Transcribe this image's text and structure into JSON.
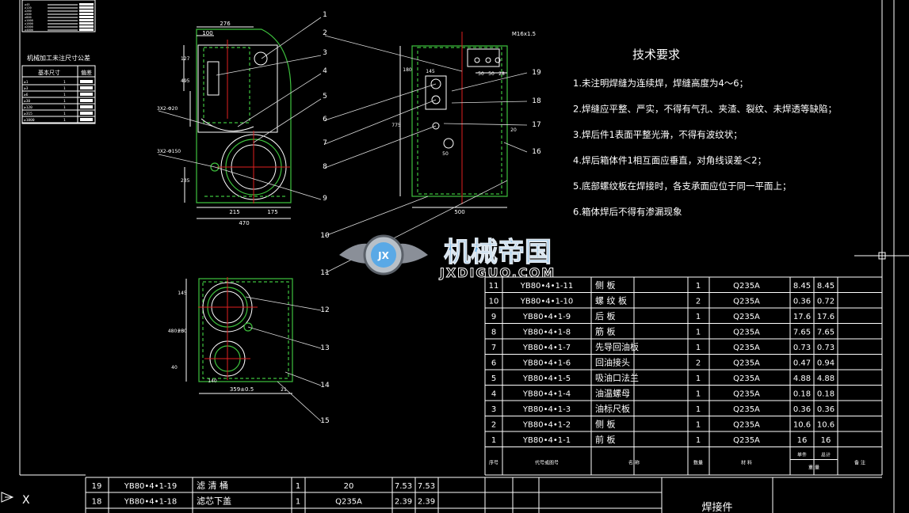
{
  "colors": {
    "background": "#000000",
    "outline": "#3ec23e",
    "centerline": "#e02020",
    "text": "#ffffff",
    "logo_blue": "#5aa9e6",
    "logo_gray": "#8a8f98"
  },
  "tolerance_table": {
    "title": "机械加工未注尺寸公差",
    "headers": [
      "基本尺寸",
      "偏差"
    ],
    "rows": [
      {
        "range": "≥1",
        "value": "1"
      },
      {
        "range": "≥3",
        "value": "1"
      },
      {
        "range": "≥6",
        "value": "1"
      },
      {
        "range": "≥30",
        "value": "1"
      },
      {
        "range": "≥120",
        "value": "1"
      },
      {
        "range": "≥315",
        "value": "1"
      },
      {
        "range": "≥1000",
        "value": "1"
      }
    ],
    "top_rows": [
      "≥45",
      "≥120",
      "≥260",
      "≥500",
      "≥800",
      "≥1000",
      "≥1600",
      "≥2000",
      "≥4000"
    ]
  },
  "tech_requirements": {
    "title": "技术要求",
    "items": [
      "1.未注明焊缝为连续焊，焊缝高度为4～6；",
      "2.焊缝应平整、严实，不得有气孔、夹渣、裂纹、未焊透等缺陷；",
      "3.焊后件1表面平整光滑，不得有波纹状；",
      "4.焊后箱体件1相互面应垂直，对角线误差＜2；",
      "5.底部螺纹板在焊接时，各支承面应位于同一平面上；",
      "6.箱体焊后不得有渗漏现象"
    ]
  },
  "watermark": {
    "main": "机械帝国",
    "sub": "JXDIGUO.COM",
    "badge": "JX"
  },
  "dimensions": {
    "front": [
      "276",
      "100",
      "127",
      "495",
      "235",
      "175",
      "215",
      "175",
      "470"
    ],
    "side": [
      "M16x1.5",
      "50",
      "50",
      "28",
      "775",
      "50",
      "500",
      "145",
      "180",
      "20",
      "50"
    ],
    "top": [
      "145",
      "260",
      "480±3",
      "140",
      "359±0.5",
      "21",
      "40"
    ]
  },
  "callouts": [
    "1",
    "2",
    "3",
    "4",
    "5",
    "6",
    "7",
    "8",
    "9",
    "10",
    "11",
    "12",
    "13",
    "14",
    "15",
    "16",
    "17",
    "18",
    "19"
  ],
  "parts_table": {
    "rows": [
      {
        "no": "11",
        "code": "YB80•4•1-11",
        "name": "侧  板",
        "qty": "1",
        "material": "Q235A",
        "unit": "8.45",
        "total": "8.45",
        "note": ""
      },
      {
        "no": "10",
        "code": "YB80•4•1-10",
        "name": "螺 纹 板",
        "qty": "2",
        "material": "Q235A",
        "unit": "0.36",
        "total": "0.72",
        "note": ""
      },
      {
        "no": "9",
        "code": "YB80•4•1-9",
        "name": "后  板",
        "qty": "1",
        "material": "Q235A",
        "unit": "17.6",
        "total": "17.6",
        "note": ""
      },
      {
        "no": "8",
        "code": "YB80•4•1-8",
        "name": "筋  板",
        "qty": "1",
        "material": "Q235A",
        "unit": "7.65",
        "total": "7.65",
        "note": ""
      },
      {
        "no": "7",
        "code": "YB80•4•1-7",
        "name": "先导回油板",
        "qty": "1",
        "material": "Q235A",
        "unit": "0.73",
        "total": "0.73",
        "note": ""
      },
      {
        "no": "6",
        "code": "YB80•4•1-6",
        "name": "回油接头",
        "qty": "2",
        "material": "Q235A",
        "unit": "0.47",
        "total": "0.94",
        "note": ""
      },
      {
        "no": "5",
        "code": "YB80•4•1-5",
        "name": "吸油口法兰",
        "qty": "1",
        "material": "Q235A",
        "unit": "4.88",
        "total": "4.88",
        "note": ""
      },
      {
        "no": "4",
        "code": "YB80•4•1-4",
        "name": "油温螺母",
        "qty": "1",
        "material": "Q235A",
        "unit": "0.18",
        "total": "0.18",
        "note": ""
      },
      {
        "no": "3",
        "code": "YB80•4•1-3",
        "name": "油标尺板",
        "qty": "1",
        "material": "Q235A",
        "unit": "0.36",
        "total": "0.36",
        "note": ""
      },
      {
        "no": "2",
        "code": "YB80•4•1-2",
        "name": "侧  板",
        "qty": "1",
        "material": "Q235A",
        "unit": "10.6",
        "total": "10.6",
        "note": ""
      },
      {
        "no": "1",
        "code": "YB80•4•1-1",
        "name": "前  板",
        "qty": "1",
        "material": "Q235A",
        "unit": "16",
        "total": "16",
        "note": ""
      }
    ],
    "header": {
      "no": "序号",
      "code": "代号或图号",
      "name": "名  称",
      "qty": "数量",
      "material": "材  料",
      "unit": "单件",
      "total": "总计",
      "weight": "重  量",
      "note": "备  注"
    }
  },
  "bottom_table": {
    "rows": [
      {
        "no": "19",
        "code": "YB80•4•1-19",
        "name": "滤 清 桶",
        "qty": "1",
        "material": "20",
        "unit": "7.53",
        "total": "7.53"
      },
      {
        "no": "18",
        "code": "YB80•4•1-18",
        "name": "滤芯下盖",
        "qty": "1",
        "material": "Q235A",
        "unit": "2.39",
        "total": "2.39"
      }
    ],
    "title": "焊接件"
  }
}
